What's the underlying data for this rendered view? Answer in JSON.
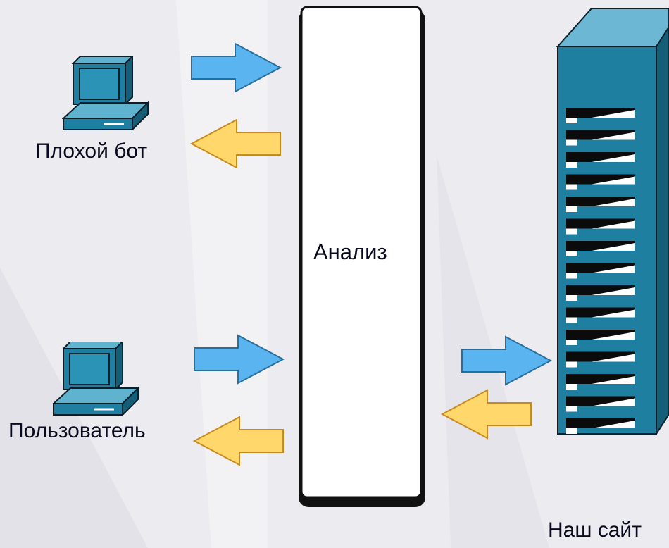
{
  "nodes": {
    "bad_bot": {
      "label": "Плохой бот",
      "icon": "desktop-computer-icon"
    },
    "user": {
      "label": "Пользователь",
      "icon": "desktop-computer-icon"
    },
    "analysis": {
      "label": "Анализ"
    },
    "site": {
      "label": "Наш сайт",
      "icon": "server-rack-icon"
    }
  },
  "edges": [
    {
      "from": "bad_bot",
      "to": "analysis",
      "type": "request"
    },
    {
      "from": "analysis",
      "to": "bad_bot",
      "type": "response"
    },
    {
      "from": "user",
      "to": "analysis",
      "type": "request"
    },
    {
      "from": "analysis",
      "to": "user",
      "type": "response"
    },
    {
      "from": "analysis",
      "to": "site",
      "type": "request"
    },
    {
      "from": "site",
      "to": "analysis",
      "type": "response"
    }
  ],
  "colors": {
    "request_arrow": "#5ab4f0",
    "response_arrow": "#ffd76a",
    "computer": "#1f7fa0",
    "server": "#1f7fa0",
    "background": "#ececf0"
  }
}
